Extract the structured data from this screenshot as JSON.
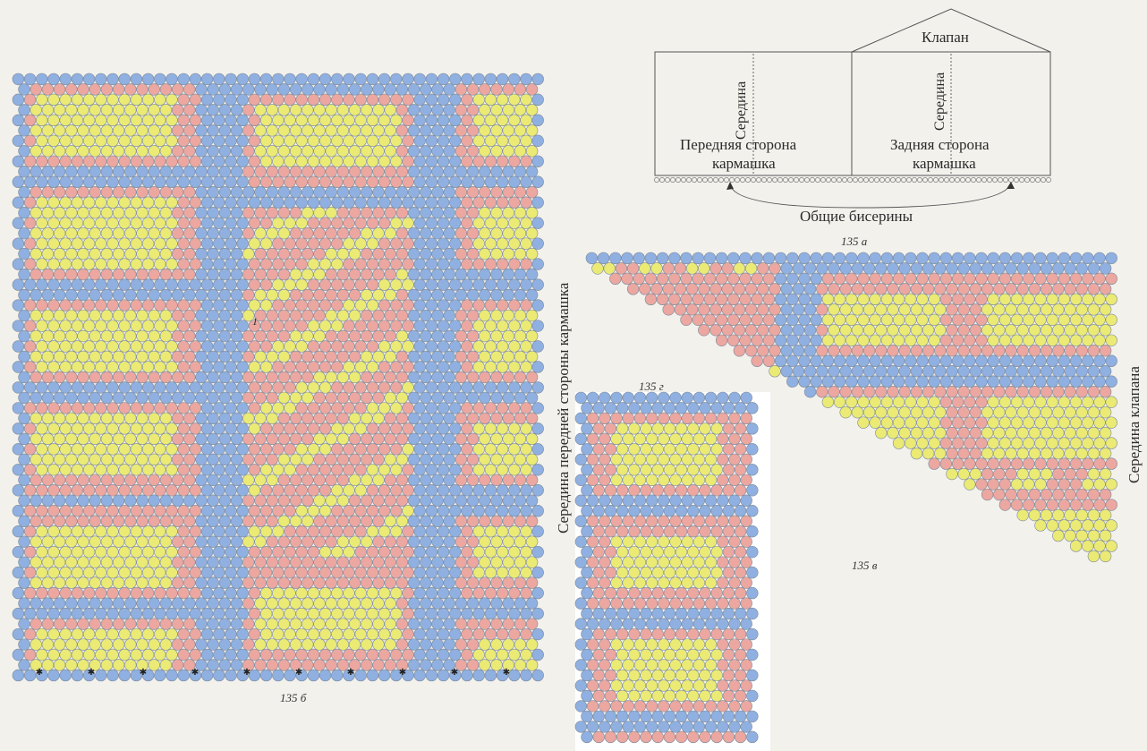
{
  "colors": {
    "blue": "#8fb0e0",
    "pink": "#eba7a0",
    "yellow": "#eaea74",
    "outline": "#7d8a9c",
    "background": "#f3f1ec"
  },
  "diagram_a": {
    "caption": "135 а",
    "flap_label": "Клапан",
    "middle_label_front": "Середина",
    "middle_label_back": "Середина",
    "front_side_label_line1": "Передняя сторона",
    "front_side_label_line2": "кармашка",
    "back_side_label_line1": "Задняя сторона",
    "back_side_label_line2": "кармашка",
    "shared_beads_label": "Общие бисерины"
  },
  "diagram_b": {
    "caption": "135 б",
    "side_label": "Середина передней стороны кармашка",
    "marker_label": "1"
  },
  "diagram_v": {
    "caption": "135 в",
    "side_label": "Середина клапана"
  },
  "diagram_g": {
    "caption": "135 г"
  }
}
